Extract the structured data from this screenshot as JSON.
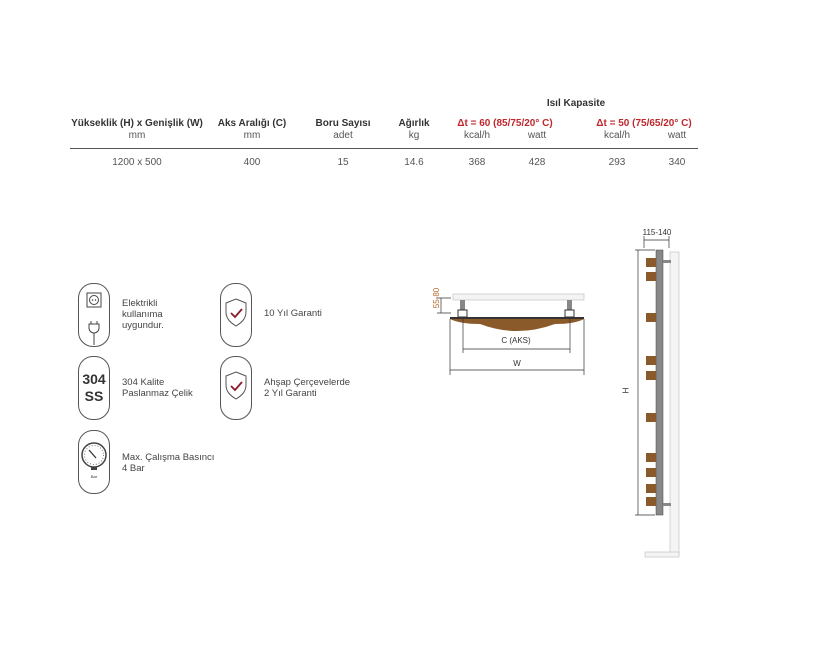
{
  "table": {
    "group_header": "Isıl Kapasite",
    "columns": [
      {
        "label": "Yükseklik (H) x Genişlik (W)",
        "unit": "mm"
      },
      {
        "label": "Aks Aralığı (C)",
        "unit": "mm"
      },
      {
        "label": "Boru Sayısı",
        "unit": "adet"
      },
      {
        "label": "Ağırlık",
        "unit": "kg"
      }
    ],
    "dt60": {
      "label": "Δt = 60 (85/75/20° C)",
      "units": [
        "kcal/h",
        "watt"
      ]
    },
    "dt50": {
      "label": "Δt = 50 (75/65/20° C)",
      "units": [
        "kcal/h",
        "watt"
      ]
    },
    "row": [
      "1200 x 500",
      "400",
      "15",
      "14.6",
      "368",
      "428",
      "293",
      "340"
    ]
  },
  "features": [
    {
      "icon": "socket-plug-icon",
      "lines": [
        "Elektrikli",
        "kullanıma",
        "uygundur."
      ]
    },
    {
      "icon": "shield-check-icon",
      "lines": [
        "10 Yıl Garanti"
      ]
    },
    {
      "icon": "304-ss-icon",
      "badge": [
        "304",
        "SS"
      ],
      "lines": [
        "304 Kalite",
        "Paslanmaz Çelik"
      ]
    },
    {
      "icon": "shield-check-icon",
      "lines": [
        "Ahşap Çerçevelerde",
        "2 Yıl Garanti"
      ]
    },
    {
      "icon": "pressure-gauge-icon",
      "gauge_label": "Bar",
      "lines": [
        "Max. Çalışma Basıncı",
        "4 Bar"
      ]
    }
  ],
  "diagram": {
    "top_view": {
      "depth": "55-80",
      "axis": "C (AKS)",
      "width": "W"
    },
    "side_view": {
      "offset": "115-140",
      "height": "H"
    },
    "colors": {
      "wood": "#8a5a2b",
      "metal": "#777777",
      "wall": "#cccccc",
      "check": "#8b1c2c"
    }
  }
}
